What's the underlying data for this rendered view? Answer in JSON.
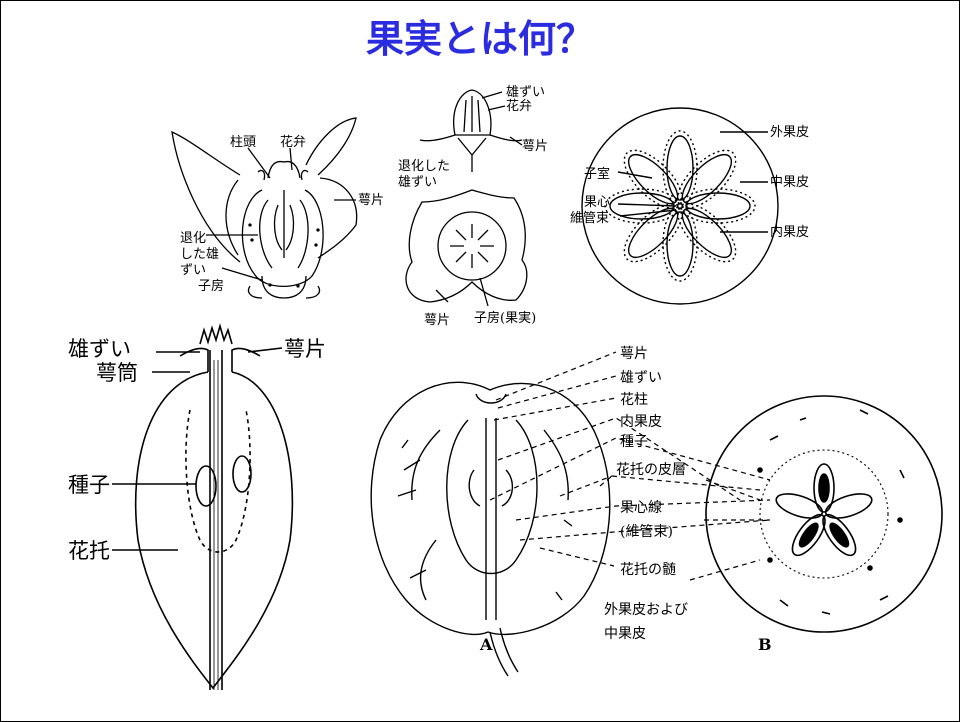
{
  "title": "果実とは何？",
  "title_color": "#2b2be0",
  "fig1": {
    "stigma": "柱頭",
    "petal": "花弁",
    "sepal": "萼片",
    "degen_1": "退化",
    "degen_2": "した雄",
    "degen_3": "ずい",
    "ovary": "子房"
  },
  "fig2": {
    "stamen": "雄ずい",
    "petal": "花弁",
    "sepal": "萼片",
    "degen_1": "退化した",
    "degen_2": "雄ずい",
    "sepal_bottom": "萼片",
    "ovary_fruit": "子房(果実)"
  },
  "fig3": {
    "exocarp": "外果皮",
    "locule": "子室",
    "mesocarp": "中果皮",
    "core_1": "果心",
    "core_2": "維管束",
    "endocarp": "内果皮"
  },
  "fig4": {
    "stamen": "雄ずい",
    "sepal": "萼片",
    "calyx_tube": "萼筒",
    "seed": "種子",
    "receptacle": "花托"
  },
  "fig5": {
    "sepal": "萼片",
    "stamen": "雄ずい",
    "style": "花柱",
    "endocarp": "内果皮",
    "seed": "種子",
    "receptacle_skin": "花托の皮層",
    "core_line": "果心線",
    "vascular": "(維管束)",
    "pith": "花托の髄",
    "exo_1": "外果皮および",
    "exo_2": "中果皮",
    "label_a": "A",
    "label_b": "B"
  }
}
